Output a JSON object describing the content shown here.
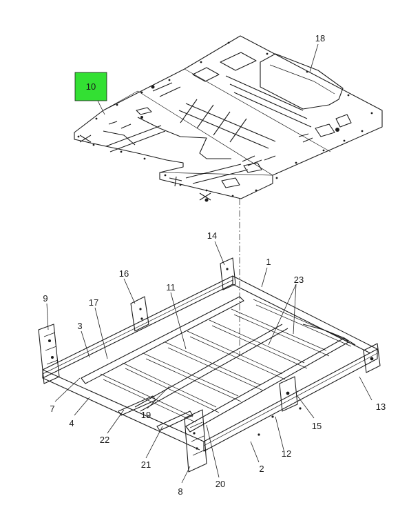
{
  "diagram": {
    "highlight_color": "#33e033",
    "callouts": [
      {
        "id": "c18",
        "label": "18"
      },
      {
        "id": "c10",
        "label": "10",
        "highlighted": true
      },
      {
        "id": "c14",
        "label": "14"
      },
      {
        "id": "c1",
        "label": "1"
      },
      {
        "id": "c16",
        "label": "16"
      },
      {
        "id": "c23",
        "label": "23"
      },
      {
        "id": "c9",
        "label": "9"
      },
      {
        "id": "c11",
        "label": "11"
      },
      {
        "id": "c17",
        "label": "17"
      },
      {
        "id": "c3",
        "label": "3"
      },
      {
        "id": "c7",
        "label": "7"
      },
      {
        "id": "c4",
        "label": "4"
      },
      {
        "id": "c19",
        "label": "19"
      },
      {
        "id": "c22",
        "label": "22"
      },
      {
        "id": "c13",
        "label": "13"
      },
      {
        "id": "c15",
        "label": "15"
      },
      {
        "id": "c12",
        "label": "12"
      },
      {
        "id": "c21",
        "label": "21"
      },
      {
        "id": "c2",
        "label": "2"
      },
      {
        "id": "c20",
        "label": "20"
      },
      {
        "id": "c8",
        "label": "8"
      }
    ]
  }
}
